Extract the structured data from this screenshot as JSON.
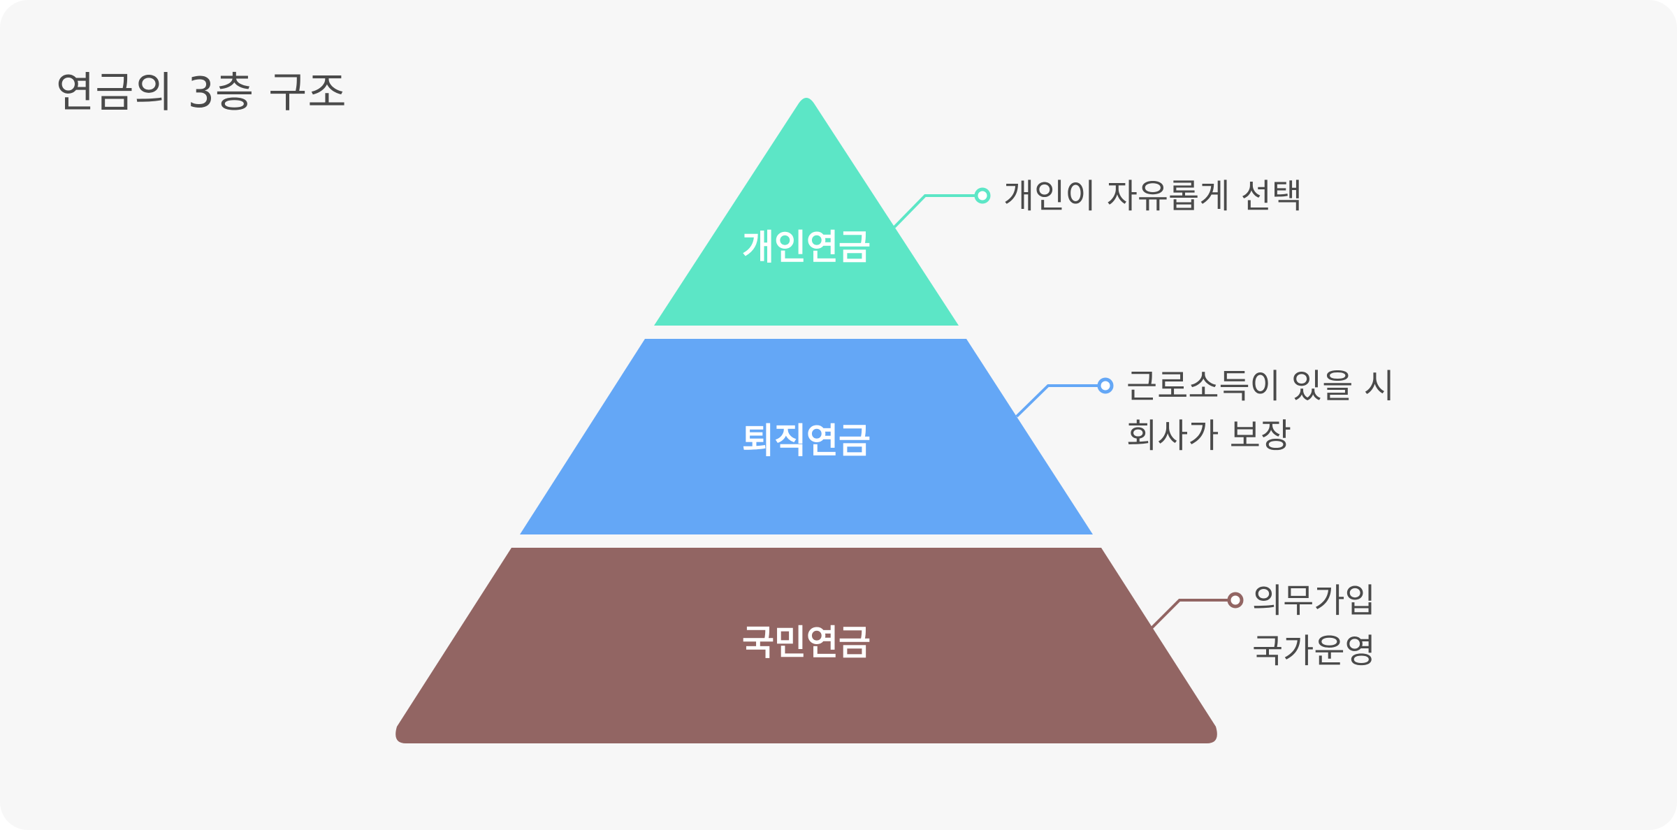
{
  "title": "연금의 3층 구조",
  "tiers": [
    {
      "label": "개인연금",
      "description": [
        "개인이 자유롭게 선택"
      ],
      "color": "#5ce6c6"
    },
    {
      "label": "퇴직연금",
      "description": [
        "근로소득이 있을 시",
        "회사가 보장"
      ],
      "color": "#64a7f6"
    },
    {
      "label": "국민연금",
      "description": [
        "의무가입",
        "국가운영"
      ],
      "color": "#926563"
    }
  ]
}
